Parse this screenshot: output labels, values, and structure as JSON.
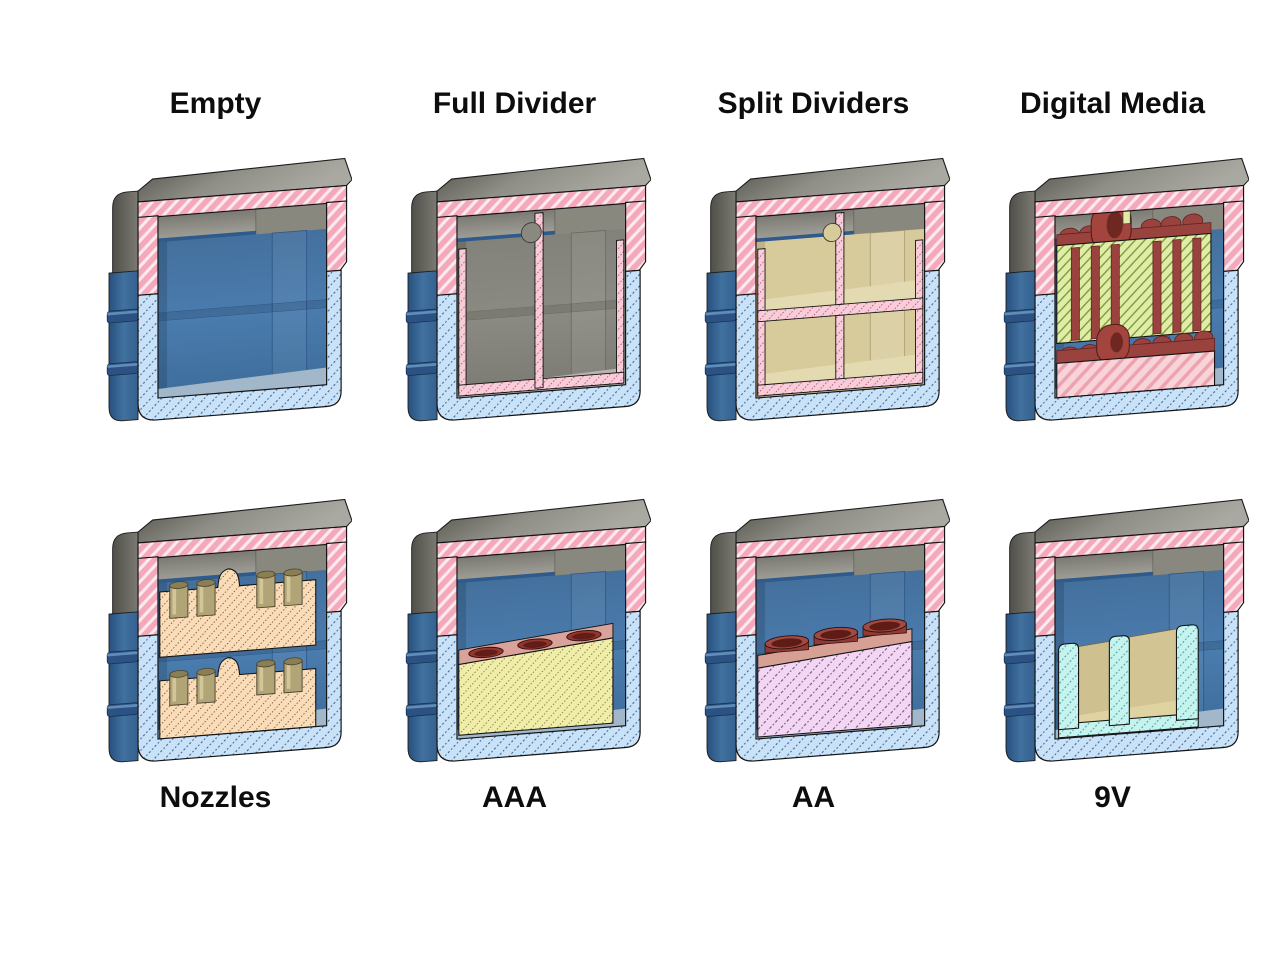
{
  "page": {
    "background": "#ffffff"
  },
  "figure": {
    "type": "cad-section-view-collage",
    "description_rows": 2,
    "rows": [
      {
        "position": "labels-above",
        "cells": [
          {
            "id": "empty",
            "label": "Empty"
          },
          {
            "id": "full-divider",
            "label": "Full Divider"
          },
          {
            "id": "split-dividers",
            "label": "Split Dividers"
          },
          {
            "id": "digital-media",
            "label": "Digital Media"
          }
        ]
      },
      {
        "position": "labels-below",
        "cells": [
          {
            "id": "nozzles",
            "label": "Nozzles"
          },
          {
            "id": "aaa",
            "label": "AAA"
          },
          {
            "id": "aa",
            "label": "AA"
          },
          {
            "id": "nine-v",
            "label": "9V"
          }
        ]
      }
    ]
  },
  "colors": {
    "page-bg": "#ffffff",
    "label-text": "#0d0d0d",
    "lid-top-gray": "#8f8e86",
    "body-blue": "#3a679d",
    "interior-blue": "#4a7cae",
    "interior-gray": "#8b8a82",
    "interior-tan": "#d7cb9c",
    "hatch-lid-pink": "#f3a9bb",
    "hatch-box-blue": "#c9e2f8",
    "hatch-insert-pink": "#f8ccd8",
    "hatch-tray-pink": "#f8d3da",
    "hatch-green": "#e0eda8",
    "hatch-peach": "#fadcb8",
    "hatch-yellow": "#f0eda8",
    "hatch-violet": "#f3d6f3",
    "hatch-cyan": "#c7f3ef",
    "accent-red": "#9a423e",
    "nozzle-brass": "#b1a476"
  }
}
